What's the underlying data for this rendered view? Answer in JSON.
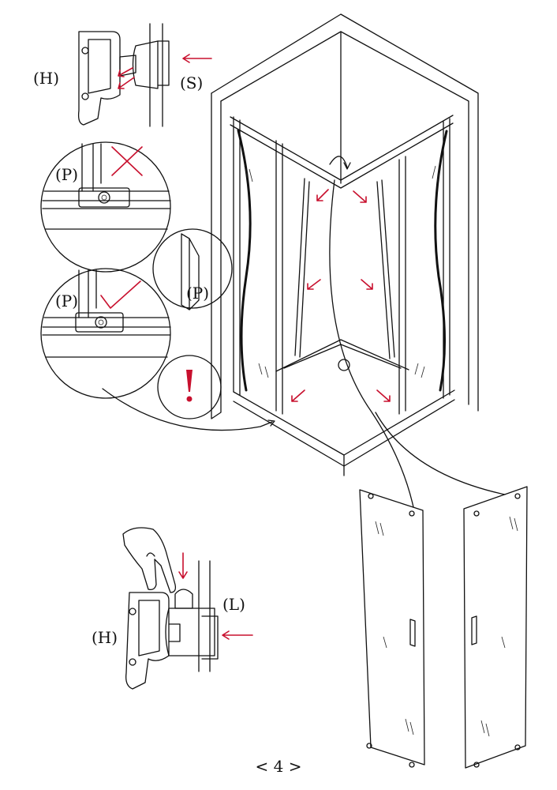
{
  "labels": {
    "hinge_top": "(H)",
    "seal_top": "(S)",
    "profile_wrong": "(P)",
    "profile_detail": "(P)",
    "profile_right": "(P)",
    "hinge_bottom": "(H)",
    "lever": "(L)"
  },
  "warning_symbol": "!",
  "page_number": "< 4 >",
  "icons": {
    "wrong": "red-x-icon",
    "correct": "red-check-icon",
    "warning": "exclamation-icon"
  },
  "colors": {
    "line": "#111111",
    "accent": "#c8102e",
    "background": "#ffffff"
  }
}
